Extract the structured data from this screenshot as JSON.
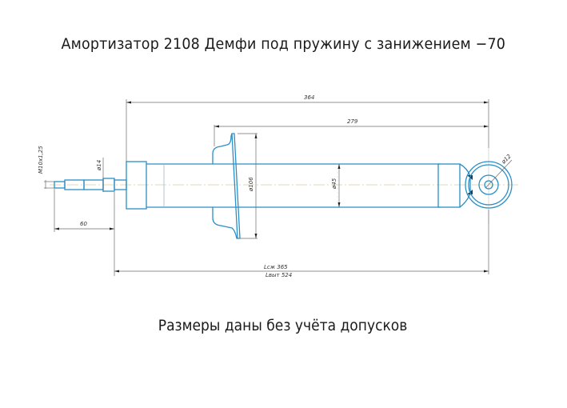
{
  "drawing": {
    "title": "Амортизатор 2108 Демфи под пружину с занижением −70",
    "note": "Размеры даны без учёта допусков",
    "colors": {
      "part_outline": "#2a8fc6",
      "dimension_line": "#6b6b6b",
      "center_line": "#e0d9b8",
      "text": "#1a1a1a"
    },
    "dimensions": {
      "overall_to_seat": "364",
      "seat_to_eye": "279",
      "thread": "M10x1,25",
      "rod_diameter": "ø14",
      "rod_length": "60",
      "seat_diameter": "ø106",
      "body_diameter": "ø45",
      "eye_diameter": "ø12",
      "compressed_length": "Lсж 365",
      "extended_length": "Lвыт 524"
    }
  }
}
